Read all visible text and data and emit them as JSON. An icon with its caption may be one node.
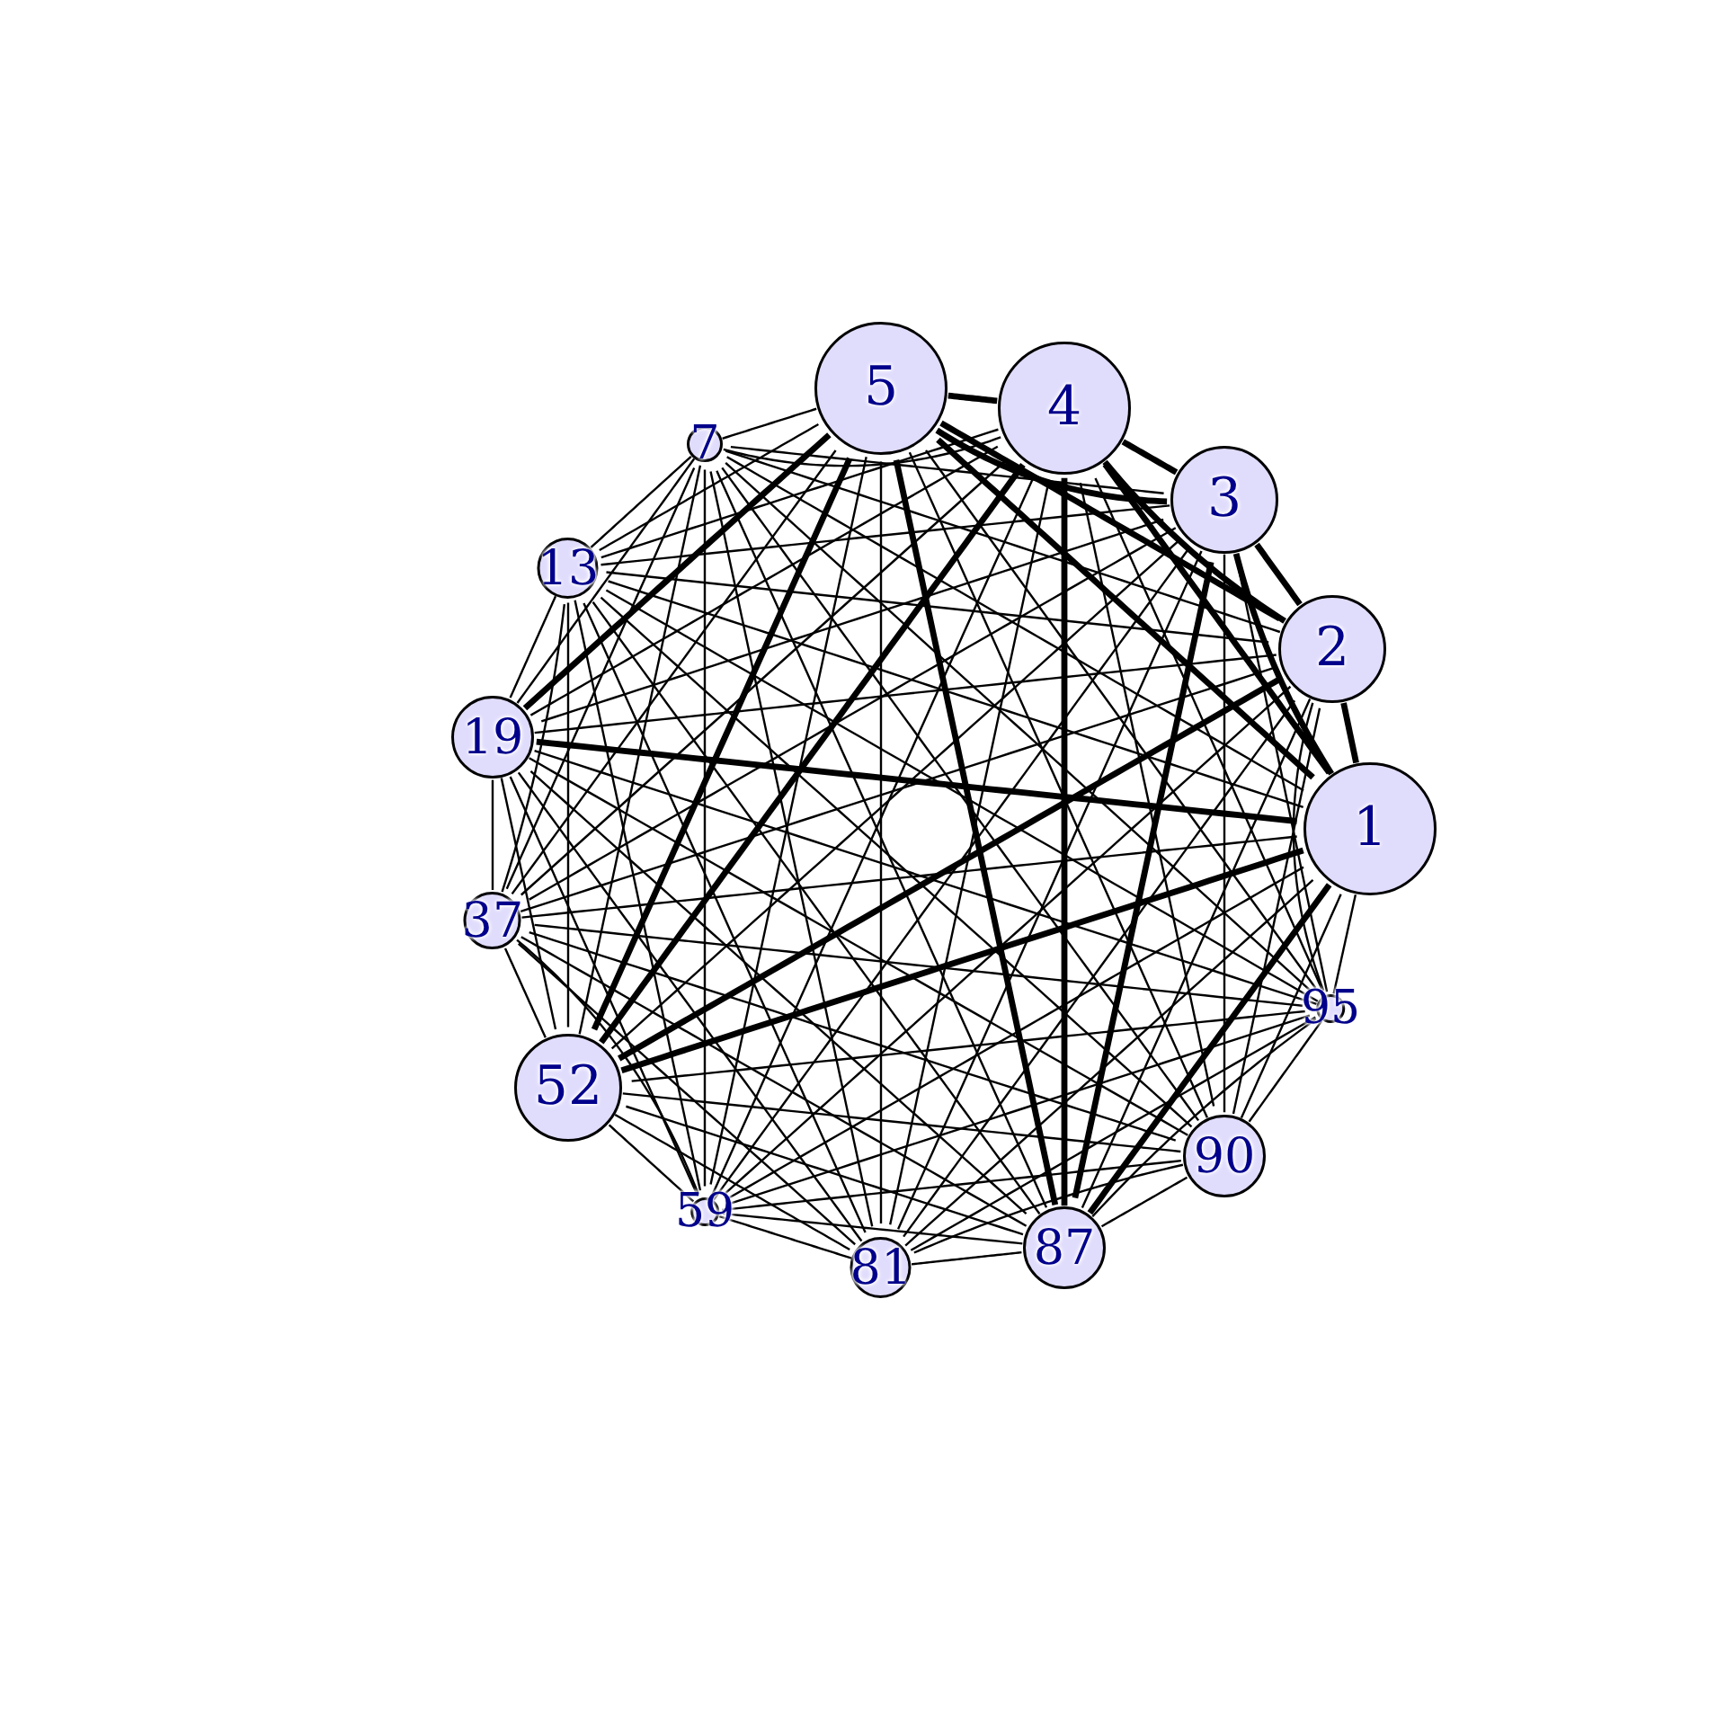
{
  "diagram": {
    "nodes": [
      {
        "text": [
          "5"
        ]
      },
      {
        "text": [
          "4"
        ]
      },
      {
        "text": [
          "7"
        ]
      },
      {
        "text": [
          "3"
        ]
      },
      {
        "text": [
          "13"
        ]
      },
      {
        "text": [
          "2"
        ]
      },
      {
        "text": [
          "19"
        ]
      },
      {
        "text": [
          "1"
        ]
      },
      {
        "text": [
          "37"
        ]
      },
      {
        "text": [
          "95"
        ]
      },
      {
        "text": [
          "52"
        ]
      },
      {
        "text": [
          "90"
        ]
      },
      {
        "text": [
          "59"
        ]
      },
      {
        "text": [
          "87"
        ]
      },
      {
        "text": [
          "81"
        ]
      }
    ],
    "edges": [
      {
        "from": 0,
        "to": 1,
        "arrow": "none",
        "style": "thick"
      },
      {
        "from": 0,
        "to": 2,
        "arrow": "none"
      },
      {
        "from": 0,
        "to": 3,
        "arrow": "none",
        "style": "thick"
      },
      {
        "from": 0,
        "to": 4,
        "arrow": "none"
      },
      {
        "from": 0,
        "to": 5,
        "arrow": "none",
        "style": "thick"
      },
      {
        "from": 0,
        "to": 6,
        "arrow": "none",
        "style": "thick"
      },
      {
        "from": 0,
        "to": 7,
        "arrow": "none",
        "style": "thick"
      },
      {
        "from": 0,
        "to": 8,
        "arrow": "none"
      },
      {
        "from": 0,
        "to": 9,
        "arrow": "none"
      },
      {
        "from": 0,
        "to": 10,
        "arrow": "none",
        "style": "thick"
      },
      {
        "from": 0,
        "to": 11,
        "arrow": "none"
      },
      {
        "from": 0,
        "to": 12,
        "arrow": "none"
      },
      {
        "from": 0,
        "to": 13,
        "arrow": "none",
        "style": "thick"
      },
      {
        "from": 0,
        "to": 14,
        "arrow": "none"
      },
      {
        "from": 1,
        "to": 2,
        "arrow": "none"
      },
      {
        "from": 1,
        "to": 3,
        "arrow": "none",
        "style": "thick"
      },
      {
        "from": 1,
        "to": 4,
        "arrow": "none"
      },
      {
        "from": 1,
        "to": 5,
        "arrow": "none",
        "style": "thick"
      },
      {
        "from": 1,
        "to": 6,
        "arrow": "none"
      },
      {
        "from": 1,
        "to": 7,
        "arrow": "none",
        "style": "thick"
      },
      {
        "from": 1,
        "to": 8,
        "arrow": "none"
      },
      {
        "from": 1,
        "to": 9,
        "arrow": "none"
      },
      {
        "from": 1,
        "to": 10,
        "arrow": "none",
        "style": "thick"
      },
      {
        "from": 1,
        "to": 11,
        "arrow": "none"
      },
      {
        "from": 1,
        "to": 12,
        "arrow": "none"
      },
      {
        "from": 1,
        "to": 13,
        "arrow": "none",
        "style": "thick"
      },
      {
        "from": 1,
        "to": 14,
        "arrow": "none"
      },
      {
        "from": 2,
        "to": 3,
        "arrow": "none"
      },
      {
        "from": 2,
        "to": 4,
        "arrow": "none"
      },
      {
        "from": 2,
        "to": 5,
        "arrow": "none"
      },
      {
        "from": 2,
        "to": 6,
        "arrow": "none"
      },
      {
        "from": 2,
        "to": 7,
        "arrow": "none"
      },
      {
        "from": 2,
        "to": 8,
        "arrow": "none"
      },
      {
        "from": 2,
        "to": 9,
        "arrow": "none"
      },
      {
        "from": 2,
        "to": 10,
        "arrow": "none"
      },
      {
        "from": 2,
        "to": 11,
        "arrow": "none"
      },
      {
        "from": 2,
        "to": 12,
        "arrow": "none"
      },
      {
        "from": 2,
        "to": 13,
        "arrow": "none"
      },
      {
        "from": 2,
        "to": 14,
        "arrow": "none"
      },
      {
        "from": 3,
        "to": 4,
        "arrow": "none"
      },
      {
        "from": 3,
        "to": 5,
        "arrow": "none",
        "style": "thick"
      },
      {
        "from": 3,
        "to": 6,
        "arrow": "none"
      },
      {
        "from": 3,
        "to": 7,
        "arrow": "none",
        "style": "thick"
      },
      {
        "from": 3,
        "to": 8,
        "arrow": "none"
      },
      {
        "from": 3,
        "to": 9,
        "arrow": "none"
      },
      {
        "from": 3,
        "to": 10,
        "arrow": "none"
      },
      {
        "from": 3,
        "to": 11,
        "arrow": "none"
      },
      {
        "from": 3,
        "to": 12,
        "arrow": "none"
      },
      {
        "from": 3,
        "to": 13,
        "arrow": "none",
        "style": "thick"
      },
      {
        "from": 3,
        "to": 14,
        "arrow": "none"
      },
      {
        "from": 4,
        "to": 5,
        "arrow": "none"
      },
      {
        "from": 4,
        "to": 6,
        "arrow": "none"
      },
      {
        "from": 4,
        "to": 7,
        "arrow": "none"
      },
      {
        "from": 4,
        "to": 8,
        "arrow": "none"
      },
      {
        "from": 4,
        "to": 9,
        "arrow": "none"
      },
      {
        "from": 4,
        "to": 10,
        "arrow": "none"
      },
      {
        "from": 4,
        "to": 11,
        "arrow": "none"
      },
      {
        "from": 4,
        "to": 12,
        "arrow": "none"
      },
      {
        "from": 4,
        "to": 13,
        "arrow": "none"
      },
      {
        "from": 4,
        "to": 14,
        "arrow": "none"
      },
      {
        "from": 5,
        "to": 6,
        "arrow": "none"
      },
      {
        "from": 5,
        "to": 7,
        "arrow": "none",
        "style": "thick"
      },
      {
        "from": 5,
        "to": 8,
        "arrow": "none"
      },
      {
        "from": 5,
        "to": 9,
        "arrow": "none"
      },
      {
        "from": 5,
        "to": 10,
        "arrow": "none",
        "style": "thick"
      },
      {
        "from": 5,
        "to": 11,
        "arrow": "none"
      },
      {
        "from": 5,
        "to": 12,
        "arrow": "none"
      },
      {
        "from": 5,
        "to": 13,
        "arrow": "none"
      },
      {
        "from": 5,
        "to": 14,
        "arrow": "none"
      },
      {
        "from": 6,
        "to": 7,
        "arrow": "none",
        "style": "thick"
      },
      {
        "from": 6,
        "to": 8,
        "arrow": "none"
      },
      {
        "from": 6,
        "to": 9,
        "arrow": "none"
      },
      {
        "from": 6,
        "to": 10,
        "arrow": "none"
      },
      {
        "from": 6,
        "to": 11,
        "arrow": "none"
      },
      {
        "from": 6,
        "to": 12,
        "arrow": "none"
      },
      {
        "from": 6,
        "to": 13,
        "arrow": "none"
      },
      {
        "from": 6,
        "to": 14,
        "arrow": "none"
      },
      {
        "from": 7,
        "to": 8,
        "arrow": "none"
      },
      {
        "from": 7,
        "to": 9,
        "arrow": "none"
      },
      {
        "from": 7,
        "to": 10,
        "arrow": "none",
        "style": "thick"
      },
      {
        "from": 7,
        "to": 11,
        "arrow": "none"
      },
      {
        "from": 7,
        "to": 12,
        "arrow": "none"
      },
      {
        "from": 7,
        "to": 13,
        "arrow": "none",
        "style": "thick"
      },
      {
        "from": 7,
        "to": 14,
        "arrow": "none"
      },
      {
        "from": 8,
        "to": 9,
        "arrow": "none"
      },
      {
        "from": 8,
        "to": 10,
        "arrow": "none"
      },
      {
        "from": 8,
        "to": 11,
        "arrow": "none"
      },
      {
        "from": 8,
        "to": 12,
        "arrow": "none"
      },
      {
        "from": 8,
        "to": 13,
        "arrow": "none"
      },
      {
        "from": 8,
        "to": 14,
        "arrow": "none"
      },
      {
        "from": 9,
        "to": 10,
        "arrow": "none"
      },
      {
        "from": 9,
        "to": 11,
        "arrow": "none"
      },
      {
        "from": 9,
        "to": 12,
        "arrow": "none"
      },
      {
        "from": 9,
        "to": 13,
        "arrow": "none"
      },
      {
        "from": 9,
        "to": 14,
        "arrow": "none"
      },
      {
        "from": 10,
        "to": 11,
        "arrow": "none"
      },
      {
        "from": 10,
        "to": 12,
        "arrow": "none"
      },
      {
        "from": 10,
        "to": 13,
        "arrow": "none"
      },
      {
        "from": 10,
        "to": 14,
        "arrow": "none"
      },
      {
        "from": 11,
        "to": 12,
        "arrow": "none"
      },
      {
        "from": 11,
        "to": 13,
        "arrow": "none"
      },
      {
        "from": 11,
        "to": 14,
        "arrow": "none"
      },
      {
        "from": 12,
        "to": 13,
        "arrow": "none"
      },
      {
        "from": 12,
        "to": 14,
        "arrow": "none"
      },
      {
        "from": 13,
        "to": 14,
        "arrow": "none"
      }
    ]
  }
}
